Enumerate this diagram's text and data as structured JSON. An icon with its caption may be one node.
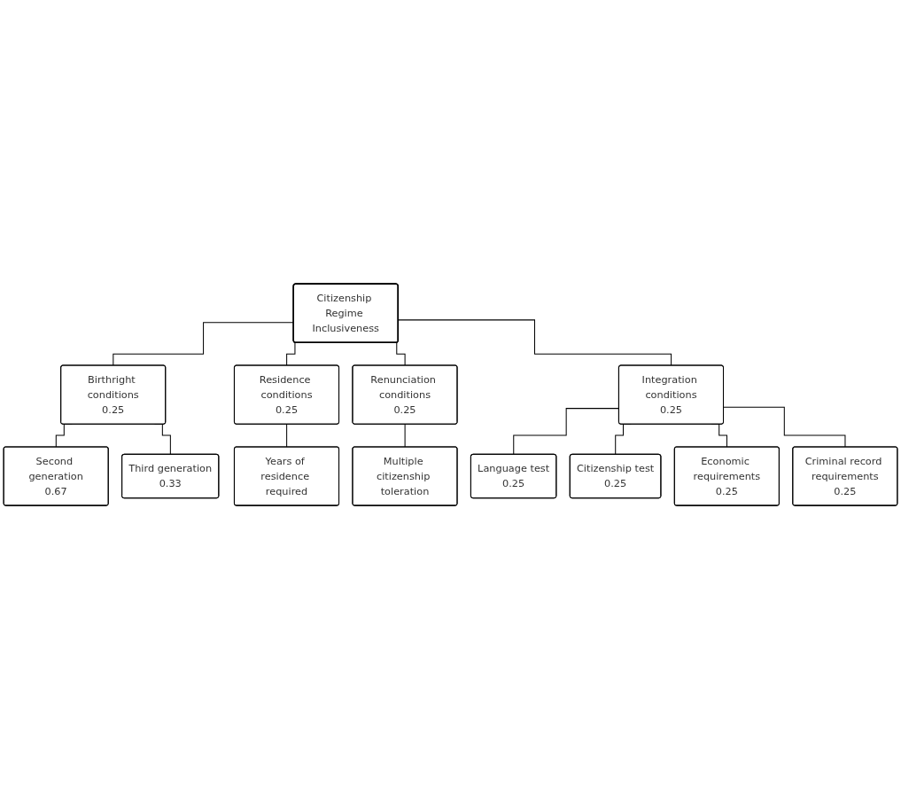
{
  "diagram": {
    "nodes": [
      {
        "text": [
          "Citizenship Regime Inclusiveness"
        ]
      },
      {
        "text": [
          "Birthright conditions",
          "0.25"
        ]
      },
      {
        "text": [
          "Residence conditions",
          "0.25"
        ]
      },
      {
        "text": [
          "Renunciation conditions",
          "0.25"
        ]
      },
      {
        "text": [
          "Integration conditions",
          "0.25"
        ]
      },
      {
        "text": [
          "Second generation",
          "0.67"
        ]
      },
      {
        "text": [
          "Third generation",
          "0.33"
        ]
      },
      {
        "text": [
          "Years of residence required"
        ]
      },
      {
        "text": [
          "Multiple citizenship toleration"
        ]
      },
      {
        "text": [
          "Language test",
          "0.25"
        ]
      },
      {
        "text": [
          "Citizenship test",
          "0.25"
        ]
      },
      {
        "text": [
          "Economic requirements",
          "0.25"
        ]
      },
      {
        "text": [
          "Criminal record requirements",
          "0.25"
        ]
      }
    ],
    "edges": [
      {
        "from": 0,
        "to": 1,
        "arrow": "none"
      },
      {
        "from": 0,
        "to": 2,
        "arrow": "none"
      },
      {
        "from": 0,
        "to": 3,
        "arrow": "none"
      },
      {
        "from": 0,
        "to": 4,
        "arrow": "none"
      },
      {
        "from": 1,
        "to": 5,
        "arrow": "none"
      },
      {
        "from": 1,
        "to": 6,
        "arrow": "none"
      },
      {
        "from": 2,
        "to": 7,
        "arrow": "none"
      },
      {
        "from": 3,
        "to": 8,
        "arrow": "none"
      },
      {
        "from": 4,
        "to": 9,
        "arrow": "none"
      },
      {
        "from": 4,
        "to": 10,
        "arrow": "none"
      },
      {
        "from": 4,
        "to": 11,
        "arrow": "none"
      },
      {
        "from": 4,
        "to": 12,
        "arrow": "none"
      }
    ]
  }
}
